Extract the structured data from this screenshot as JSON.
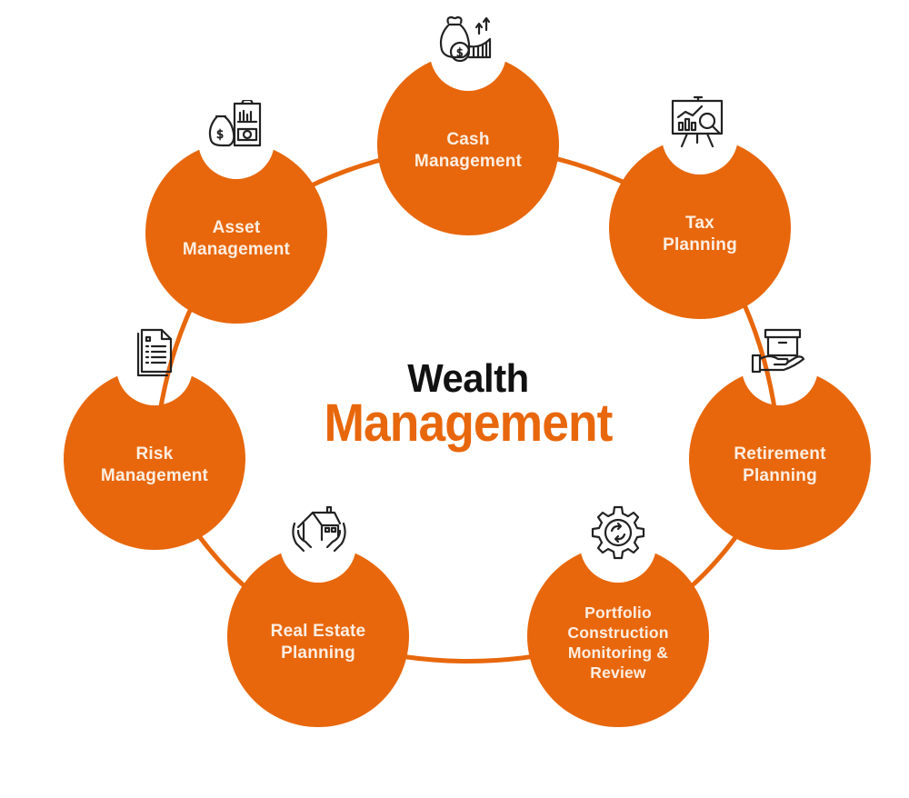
{
  "title": {
    "line1": "Wealth",
    "line2": "Management"
  },
  "colors": {
    "accent": "#e8670c",
    "text_on_accent": "#fbeee2",
    "title_dark": "#111111",
    "icon_stroke": "#222222",
    "background": "#ffffff"
  },
  "nodes": [
    {
      "id": "cash",
      "label": "Cash\nManagement",
      "icon": "money-bag-growth-icon"
    },
    {
      "id": "tax",
      "label": "Tax\nPlanning",
      "icon": "presentation-chart-search-icon"
    },
    {
      "id": "retirement",
      "label": "Retirement\nPlanning",
      "icon": "hand-holding-box-icon"
    },
    {
      "id": "portfolio",
      "label": "Portfolio\nConstruction\nMonitoring &\nReview",
      "icon": "gear-refresh-icon"
    },
    {
      "id": "realestate",
      "label": "Real Estate\nPlanning",
      "icon": "hands-holding-house-icon"
    },
    {
      "id": "risk",
      "label": "Risk\nManagement",
      "icon": "document-list-icon"
    },
    {
      "id": "asset",
      "label": "Asset\nManagement",
      "icon": "money-bag-clipboard-icon"
    }
  ]
}
